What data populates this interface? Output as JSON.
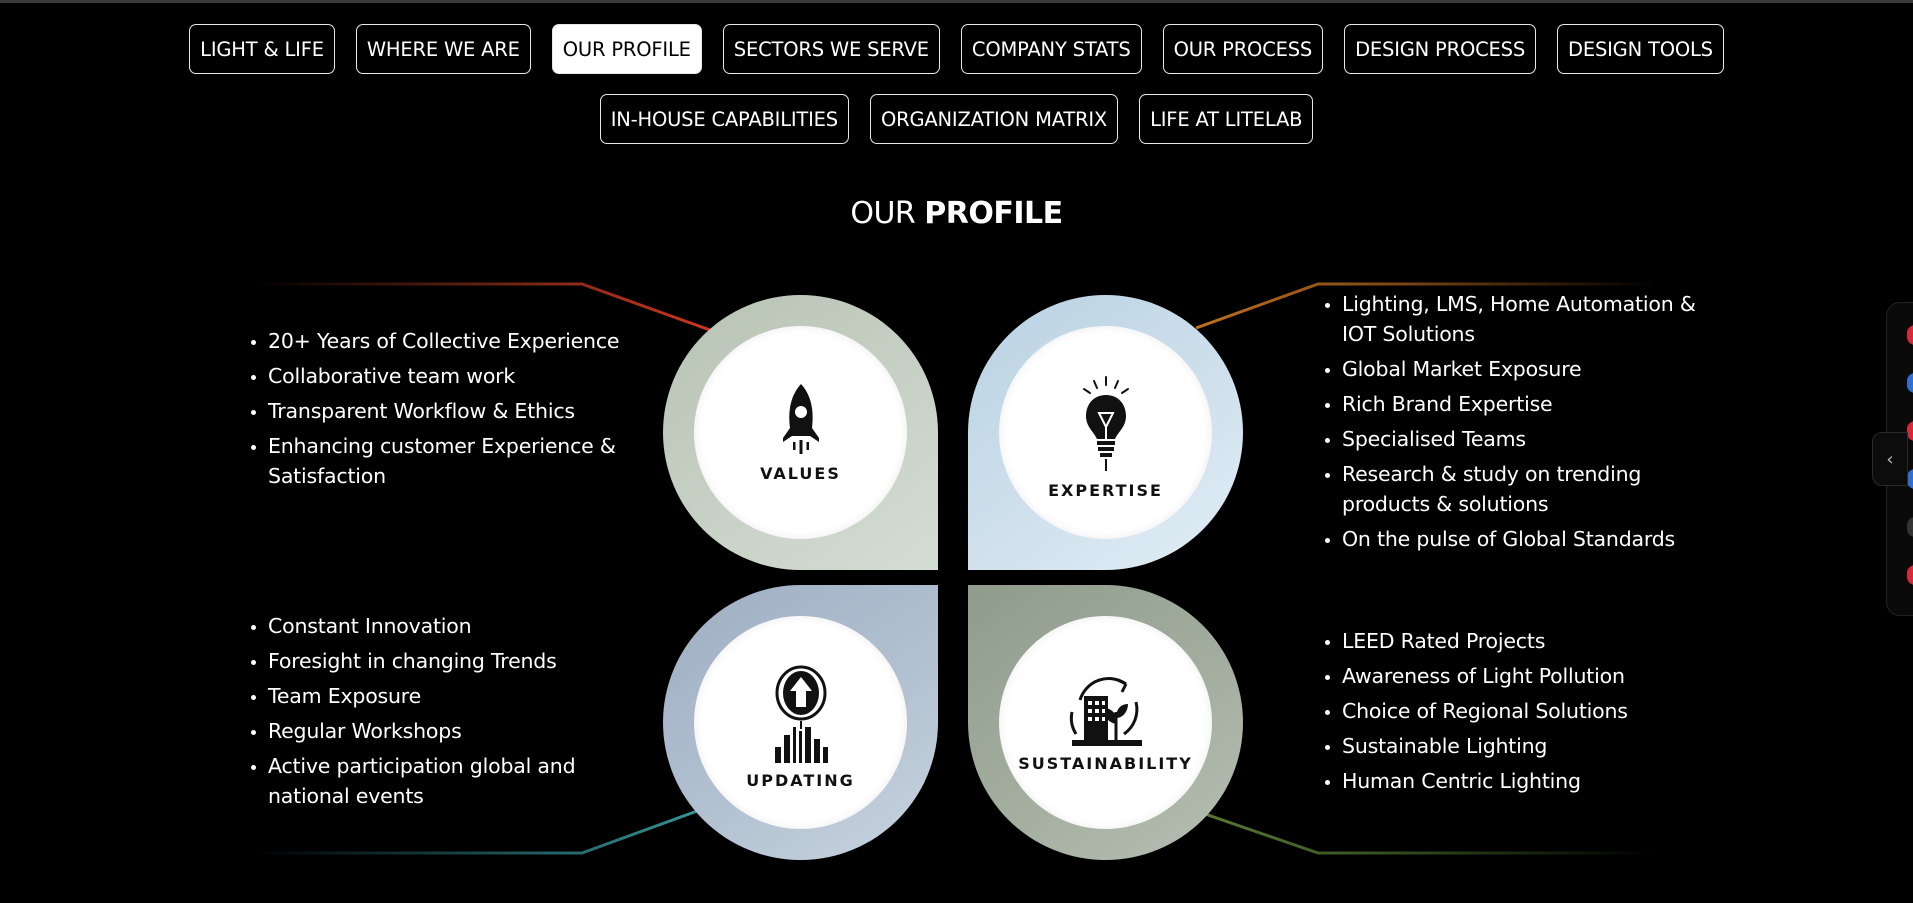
{
  "nav": {
    "items": [
      {
        "label": "LIGHT & LIFE"
      },
      {
        "label": "WHERE WE ARE"
      },
      {
        "label": "OUR PROFILE"
      },
      {
        "label": "SECTORS WE SERVE"
      },
      {
        "label": "COMPANY STATS"
      },
      {
        "label": "OUR PROCESS"
      },
      {
        "label": "DESIGN PROCESS"
      },
      {
        "label": "DESIGN TOOLS"
      },
      {
        "label": "IN-HOUSE CAPABILITIES"
      },
      {
        "label": "ORGANIZATION MATRIX"
      },
      {
        "label": "LIFE AT LITELAB"
      }
    ],
    "active": "OUR PROFILE"
  },
  "section": {
    "title_light": "OUR",
    "title_bold": "PROFILE"
  },
  "petals": {
    "values": {
      "label": "VALUES",
      "icon": "rocket-icon",
      "points": [
        "20+ Years of Collective Experience",
        "Collaborative team work",
        "Transparent Workflow & Ethics",
        "Enhancing customer Experience & Satisfaction"
      ]
    },
    "expertise": {
      "label": "EXPERTISE",
      "icon": "lightbulb-icon",
      "points": [
        "Lighting, LMS, Home Automation & IOT Solutions",
        "Global Market Exposure",
        "Rich Brand Expertise",
        "Specialised Teams",
        "Research & study on trending products & solutions",
        "On the pulse of Global Standards"
      ]
    },
    "updating": {
      "label": "UPDATING",
      "icon": "growth-arrow-icon",
      "points": [
        "Constant Innovation",
        "Foresight in changing Trends",
        "Team Exposure",
        "Regular Workshops",
        "Active participation global and national events"
      ]
    },
    "sustainability": {
      "label": "SUSTAINABILITY",
      "icon": "eco-building-icon",
      "points": [
        "LEED Rated Projects",
        "Awareness of Light Pollution",
        "Choice of Regional Solutions",
        "Sustainable Lighting",
        "Human Centric Lighting"
      ]
    }
  },
  "colors": {
    "background": "#000000",
    "values_petal": "#c7d1c5",
    "expertise_petal": "#cfe0ec",
    "updating_petal": "#b2c1d1",
    "sustainability_petal": "#a3ae9f",
    "line_values": "#c9321f",
    "line_expertise": "#b86a1c",
    "line_updating": "#2f8a8e",
    "line_sustainability": "#4c6b2e"
  },
  "side_widget": {
    "toggle_icon": "chevron-left-icon"
  }
}
